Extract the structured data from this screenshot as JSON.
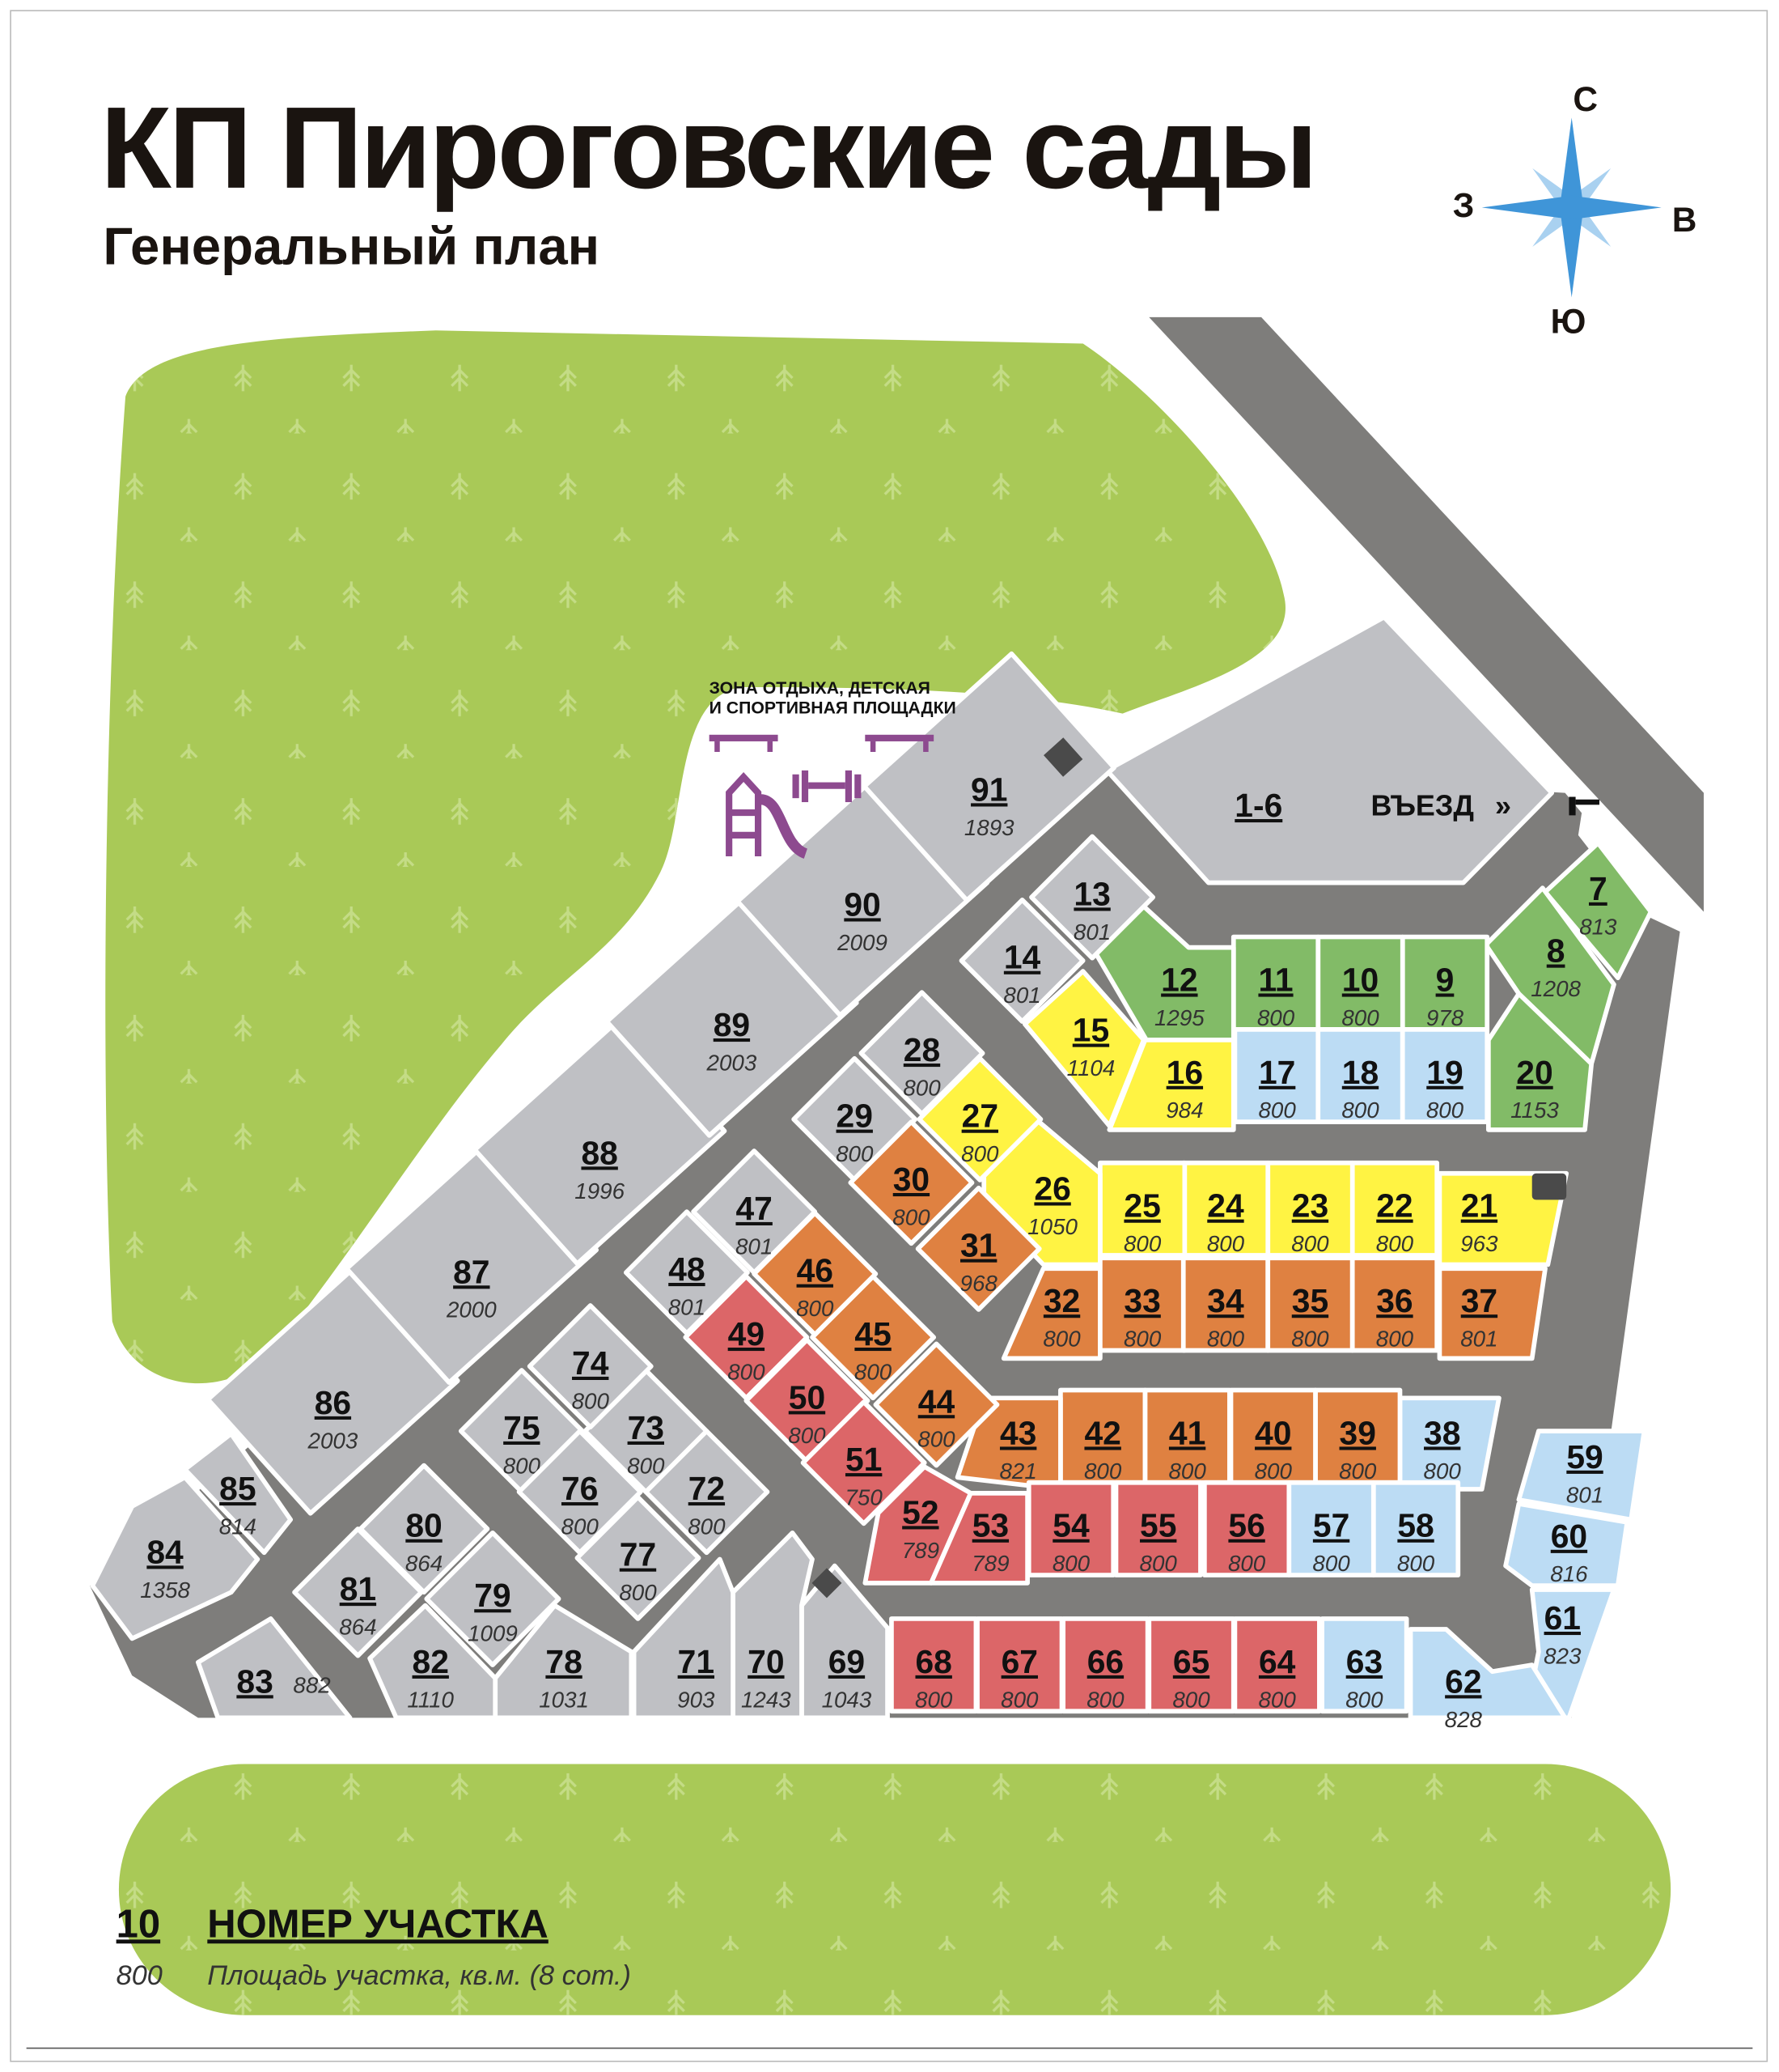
{
  "header": {
    "title": "КП Пироговские сады",
    "subtitle": "Генеральный план"
  },
  "compass": {
    "north": "С",
    "west": "З",
    "east": "В",
    "south": "Ю",
    "color": "#3f95d8"
  },
  "zone_label": {
    "line1": "ЗОНА ОТДЫХА, ДЕТСКАЯ",
    "line2": "И СПОРТИВНАЯ ПЛОЩАДКИ"
  },
  "entry_label": "ВЪЕЗД",
  "legend": {
    "sample_number": "10",
    "number_caption": "НОМЕР УЧАСТКА",
    "sample_area": "800",
    "area_caption": "Площадь участка, кв.м. (8 сот.)"
  },
  "colors": {
    "grey": "#bfc0c4",
    "green": "#82bb67",
    "yellow": "#fff343",
    "blue": "#bcdcf4",
    "orange": "#df8141",
    "red": "#dc6668",
    "road": "#7e7d7b",
    "forest": "#a9c957",
    "amenity": "#8d4a8f"
  },
  "plots": [
    {
      "id": "1-6",
      "area": "",
      "cat": "grey"
    },
    {
      "id": "7",
      "area": "813",
      "cat": "green"
    },
    {
      "id": "8",
      "area": "1208",
      "cat": "green"
    },
    {
      "id": "9",
      "area": "978",
      "cat": "green"
    },
    {
      "id": "10",
      "area": "800",
      "cat": "green"
    },
    {
      "id": "11",
      "area": "800",
      "cat": "green"
    },
    {
      "id": "12",
      "area": "1295",
      "cat": "green"
    },
    {
      "id": "13",
      "area": "801",
      "cat": "grey"
    },
    {
      "id": "14",
      "area": "801",
      "cat": "grey"
    },
    {
      "id": "15",
      "area": "1104",
      "cat": "yellow"
    },
    {
      "id": "16",
      "area": "984",
      "cat": "yellow"
    },
    {
      "id": "17",
      "area": "800",
      "cat": "blue"
    },
    {
      "id": "18",
      "area": "800",
      "cat": "blue"
    },
    {
      "id": "19",
      "area": "800",
      "cat": "blue"
    },
    {
      "id": "20",
      "area": "1153",
      "cat": "green"
    },
    {
      "id": "21",
      "area": "963",
      "cat": "yellow"
    },
    {
      "id": "22",
      "area": "800",
      "cat": "yellow"
    },
    {
      "id": "23",
      "area": "800",
      "cat": "yellow"
    },
    {
      "id": "24",
      "area": "800",
      "cat": "yellow"
    },
    {
      "id": "25",
      "area": "800",
      "cat": "yellow"
    },
    {
      "id": "26",
      "area": "1050",
      "cat": "yellow"
    },
    {
      "id": "27",
      "area": "800",
      "cat": "yellow"
    },
    {
      "id": "28",
      "area": "800",
      "cat": "grey"
    },
    {
      "id": "29",
      "area": "800",
      "cat": "grey"
    },
    {
      "id": "30",
      "area": "800",
      "cat": "orange"
    },
    {
      "id": "31",
      "area": "968",
      "cat": "orange"
    },
    {
      "id": "32",
      "area": "800",
      "cat": "orange"
    },
    {
      "id": "33",
      "area": "800",
      "cat": "orange"
    },
    {
      "id": "34",
      "area": "800",
      "cat": "orange"
    },
    {
      "id": "35",
      "area": "800",
      "cat": "orange"
    },
    {
      "id": "36",
      "area": "800",
      "cat": "orange"
    },
    {
      "id": "37",
      "area": "801",
      "cat": "orange"
    },
    {
      "id": "38",
      "area": "800",
      "cat": "blue"
    },
    {
      "id": "39",
      "area": "800",
      "cat": "orange"
    },
    {
      "id": "40",
      "area": "800",
      "cat": "orange"
    },
    {
      "id": "41",
      "area": "800",
      "cat": "orange"
    },
    {
      "id": "42",
      "area": "800",
      "cat": "orange"
    },
    {
      "id": "43",
      "area": "821",
      "cat": "orange"
    },
    {
      "id": "44",
      "area": "800",
      "cat": "orange"
    },
    {
      "id": "45",
      "area": "800",
      "cat": "orange"
    },
    {
      "id": "46",
      "area": "800",
      "cat": "orange"
    },
    {
      "id": "47",
      "area": "801",
      "cat": "grey"
    },
    {
      "id": "48",
      "area": "801",
      "cat": "grey"
    },
    {
      "id": "49",
      "area": "800",
      "cat": "red"
    },
    {
      "id": "50",
      "area": "800",
      "cat": "red"
    },
    {
      "id": "51",
      "area": "750",
      "cat": "red"
    },
    {
      "id": "52",
      "area": "789",
      "cat": "red"
    },
    {
      "id": "53",
      "area": "789",
      "cat": "red"
    },
    {
      "id": "54",
      "area": "800",
      "cat": "red"
    },
    {
      "id": "55",
      "area": "800",
      "cat": "red"
    },
    {
      "id": "56",
      "area": "800",
      "cat": "red"
    },
    {
      "id": "57",
      "area": "800",
      "cat": "blue"
    },
    {
      "id": "58",
      "area": "800",
      "cat": "blue"
    },
    {
      "id": "59",
      "area": "801",
      "cat": "blue"
    },
    {
      "id": "60",
      "area": "816",
      "cat": "blue"
    },
    {
      "id": "61",
      "area": "823",
      "cat": "blue"
    },
    {
      "id": "62",
      "area": "828",
      "cat": "blue"
    },
    {
      "id": "63",
      "area": "800",
      "cat": "blue"
    },
    {
      "id": "64",
      "area": "800",
      "cat": "red"
    },
    {
      "id": "65",
      "area": "800",
      "cat": "red"
    },
    {
      "id": "66",
      "area": "800",
      "cat": "red"
    },
    {
      "id": "67",
      "area": "800",
      "cat": "red"
    },
    {
      "id": "68",
      "area": "800",
      "cat": "red"
    },
    {
      "id": "69",
      "area": "1043",
      "cat": "grey"
    },
    {
      "id": "70",
      "area": "1243",
      "cat": "grey"
    },
    {
      "id": "71",
      "area": "903",
      "cat": "grey"
    },
    {
      "id": "72",
      "area": "800",
      "cat": "grey"
    },
    {
      "id": "73",
      "area": "800",
      "cat": "grey"
    },
    {
      "id": "74",
      "area": "800",
      "cat": "grey"
    },
    {
      "id": "75",
      "area": "800",
      "cat": "grey"
    },
    {
      "id": "76",
      "area": "800",
      "cat": "grey"
    },
    {
      "id": "77",
      "area": "800",
      "cat": "grey"
    },
    {
      "id": "78",
      "area": "1031",
      "cat": "grey"
    },
    {
      "id": "79",
      "area": "1009",
      "cat": "grey"
    },
    {
      "id": "80",
      "area": "864",
      "cat": "grey"
    },
    {
      "id": "81",
      "area": "864",
      "cat": "grey"
    },
    {
      "id": "82",
      "area": "1110",
      "cat": "grey"
    },
    {
      "id": "83",
      "area": "882",
      "cat": "grey"
    },
    {
      "id": "84",
      "area": "1358",
      "cat": "grey"
    },
    {
      "id": "85",
      "area": "814",
      "cat": "grey"
    },
    {
      "id": "86",
      "area": "2003",
      "cat": "grey"
    },
    {
      "id": "87",
      "area": "2000",
      "cat": "grey"
    },
    {
      "id": "88",
      "area": "1996",
      "cat": "grey"
    },
    {
      "id": "89",
      "area": "2003",
      "cat": "grey"
    },
    {
      "id": "90",
      "area": "2009",
      "cat": "grey"
    },
    {
      "id": "91",
      "area": "1893",
      "cat": "grey"
    }
  ]
}
